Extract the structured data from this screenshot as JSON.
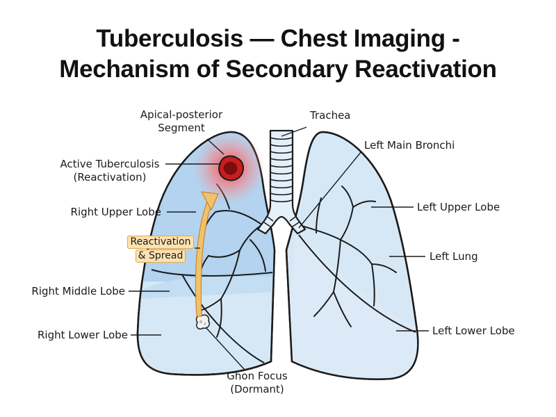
{
  "title": {
    "line1": "Tuberculosis — Chest Imaging -",
    "line2": "Mechanism of Secondary Reactivation"
  },
  "labels": {
    "apical_line1": "Apical-posterior",
    "apical_line2": "Segment",
    "active_line1": "Active Tuberculosis",
    "active_line2": "(Reactivation)",
    "right_upper_lobe": "Right Upper Lobe",
    "reactivation_line1": "Reactivation",
    "reactivation_line2": "& Spread",
    "right_middle_lobe": "Right Middle Lobe",
    "right_lower_lobe": "Right Lower Lobe",
    "trachea": "Trachea",
    "left_main_bronchi": "Left Main Bronchi",
    "left_upper_lobe": "Left Upper Lobe",
    "left_lung": "Left Lung",
    "left_lower_lobe": "Left Lower Lobe",
    "ghon_line1": "Ghon Focus",
    "ghon_line2": "(Dormant)"
  },
  "colors": {
    "lung_light": "#d6e8f6",
    "lung_mid": "#b3d3ef",
    "outline": "#1b1b1b",
    "lesion_core": "#c81e1e",
    "inflammation_glow": "#ff5a5a",
    "arrow_fill": "#f2c26b",
    "arrow_edge": "#c8862f"
  }
}
